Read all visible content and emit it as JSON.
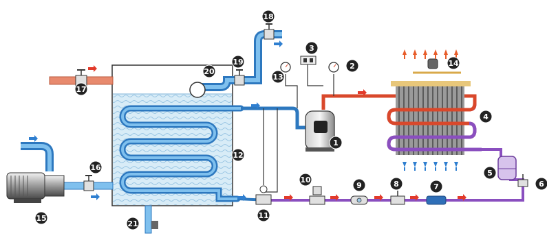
{
  "colors": {
    "hot_pipe": "#d9482b",
    "warm_pipe": "#e0705a",
    "cold_pipe": "#3f8fd2",
    "liquid_line": "#8a4fbf",
    "tank_water": "#d8ecf7",
    "label_bg": "#222222",
    "arrow_red": "#e23a2a",
    "arrow_blue": "#2f7fd0"
  },
  "components": [
    {
      "n": "1",
      "icon": "compressor-icon"
    },
    {
      "n": "2",
      "icon": "pressure-gauge-icon"
    },
    {
      "n": "3",
      "icon": "pressure-switch-icon"
    },
    {
      "n": "4",
      "icon": "condenser-coil-icon"
    },
    {
      "n": "5",
      "icon": "liquid-receiver-icon"
    },
    {
      "n": "6",
      "icon": "valve-icon"
    },
    {
      "n": "7",
      "icon": "filter-drier-icon"
    },
    {
      "n": "8",
      "icon": "valve-icon"
    },
    {
      "n": "9",
      "icon": "sight-glass-icon"
    },
    {
      "n": "10",
      "icon": "solenoid-valve-icon"
    },
    {
      "n": "11",
      "icon": "expansion-valve-icon"
    },
    {
      "n": "12",
      "icon": "evaporator-coil-icon"
    },
    {
      "n": "13",
      "icon": "pressure-gauge-icon"
    },
    {
      "n": "14",
      "icon": "fan-icon"
    },
    {
      "n": "15",
      "icon": "water-pump-icon"
    },
    {
      "n": "16",
      "icon": "valve-icon"
    },
    {
      "n": "17",
      "icon": "valve-icon"
    },
    {
      "n": "18",
      "icon": "valve-icon"
    },
    {
      "n": "19",
      "icon": "valve-icon"
    },
    {
      "n": "20",
      "icon": "float-ball-icon"
    },
    {
      "n": "21",
      "icon": "drain-valve-icon"
    }
  ]
}
